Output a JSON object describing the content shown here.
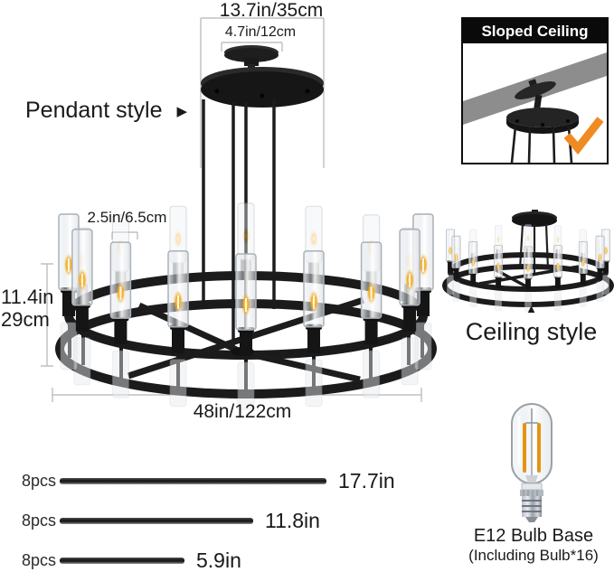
{
  "diagram": {
    "top_dimension": "13.7in/35cm",
    "canopy_dimension": "4.7in/12cm",
    "tube_dimension": "2.5in/6.5cm",
    "height_dimension_in": "11.4in",
    "height_dimension_cm": "29cm",
    "width_dimension": "48in/122cm"
  },
  "styles": {
    "pendant_label": "Pendant style",
    "ceiling_label": "Ceiling style"
  },
  "sloped_ceiling": {
    "title": "Sloped Ceiling"
  },
  "icons": {
    "arrow_right": "▶",
    "arrow_up": "▲",
    "checkmark": "check-icon"
  },
  "rod_kit": {
    "rows": [
      {
        "qty": "8pcs",
        "length": "17.7in"
      },
      {
        "qty": "8pcs",
        "length": "11.8in"
      },
      {
        "qty": "8pcs",
        "length": "5.9in"
      }
    ]
  },
  "bulb": {
    "title": "E12 Bulb Base",
    "subtitle": "(Including Bulb*16)"
  },
  "colors": {
    "accent_orange": "#EF8B22",
    "metal_black": "#1B1B1B",
    "beam_gray": "#8D8D8D"
  }
}
